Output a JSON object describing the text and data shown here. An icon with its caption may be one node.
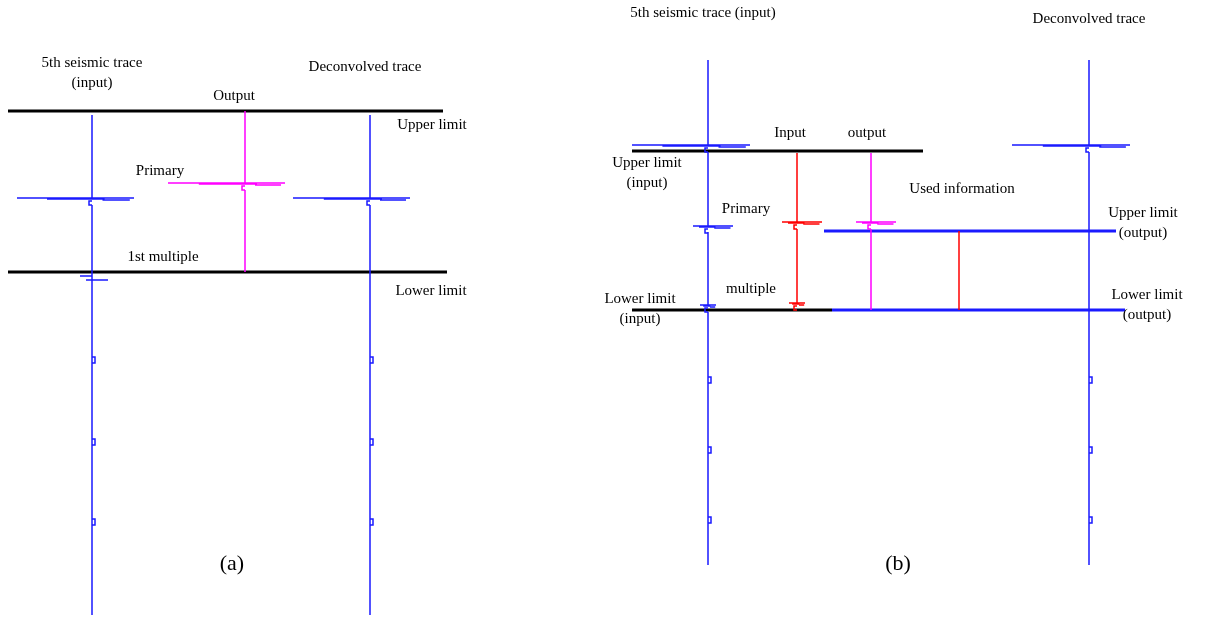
{
  "diagram": {
    "labels": [
      "5th seismic trace (input)",
      "Deconvolved trace",
      "Output",
      "Upper limit",
      "Primary",
      "1st multiple",
      "Lower limit",
      "(a)",
      "5th seismic trace (input)",
      "Deconvolved trace",
      "Input",
      "output",
      "Upper limit (input)",
      "Used information",
      "Primary",
      "Upper limit (output)",
      "multiple",
      "Lower limit (input)",
      "Lower limit (output)",
      "(b)"
    ]
  }
}
